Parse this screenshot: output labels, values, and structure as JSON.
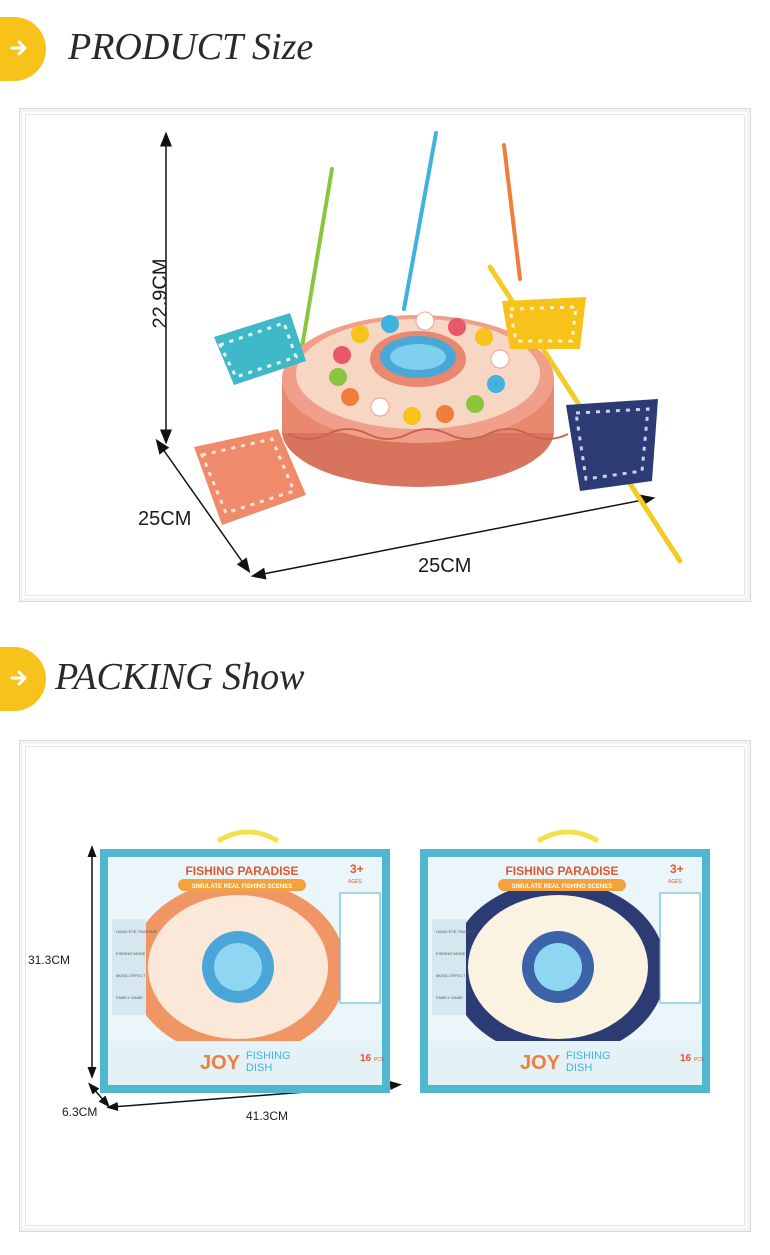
{
  "sections": {
    "product": {
      "title": "PRODUCT Size"
    },
    "packing": {
      "title": "PACKING Show"
    }
  },
  "product_dimensions": {
    "height": "22.9CM",
    "depth": "25CM",
    "width": "25CM"
  },
  "packing_dimensions": {
    "height": "31.3CM",
    "depth": "6.3CM",
    "width": "41.3CM"
  },
  "box": {
    "brand": "FISHING PARADISE",
    "tagline": "SIMULATE REAL FISHING SCENES",
    "age": "3+",
    "age_unit": "AGES",
    "logo_word": "JOY",
    "logo_line1": "FISHING",
    "logo_line2": "DISH",
    "piece_count": "16",
    "piece_unit": "PCS",
    "features": [
      "HAND-EYE TRAINING",
      "FISHING MODE",
      "MUSIC EFFECT",
      "FAMILY GAME"
    ]
  },
  "colors": {
    "accent": "#f7c31a",
    "pond_orange": "#e9876f",
    "pond_navy": "#2c3b73",
    "box_frame": "#4fb7cf"
  },
  "icons": {
    "header_arrow": "chevron-right-icon"
  }
}
